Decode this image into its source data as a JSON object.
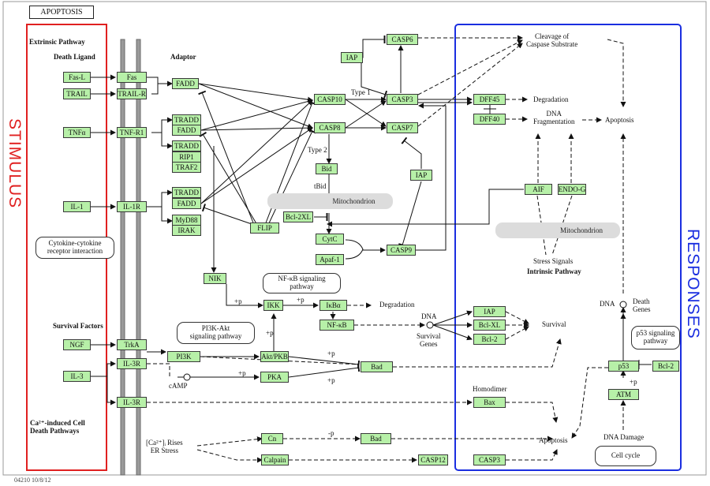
{
  "title": "APOPTOSIS",
  "stimulus_label": "STIMULUS",
  "responses_label": "RESPONSES",
  "colors": {
    "node_fill": "#b7f0a8",
    "stimulus_box": "#e02020",
    "responses_box": "#1a2ee0",
    "membrane": "#8a8a8a",
    "compartment": "#dcdcdc"
  },
  "headers": {
    "extrinsic": "Extrinsic Pathway",
    "death_ligand": "Death Ligand",
    "adaptor": "Adaptor",
    "survival_factors": "Survival Factors",
    "ca_pathways": "Ca²⁺-induced Cell\nDeath Pathways",
    "intrinsic": "Intrinsic Pathway"
  },
  "nodes": {
    "fasl": "Fas-L",
    "trail": "TRAIL",
    "tnfa": "TNFα",
    "il1": "IL-1",
    "ngf": "NGF",
    "il3": "IL-3",
    "fas": "Fas",
    "trailr": "TRAIL-R",
    "tnfr1": "TNF-R1",
    "il1r": "IL-1R",
    "trka": "TrkA",
    "il3r": "IL-3R",
    "il3r2": "IL-3R",
    "fadd1": "FADD",
    "tradd1": "TRADD",
    "fadd2": "FADD",
    "tradd2": "TRADD",
    "rip1": "RIP1",
    "traf2": "TRAF2",
    "tradd3": "TRADD",
    "fadd3": "FADD",
    "myd88": "MyD88",
    "irak": "IRAK",
    "flip": "FLIP",
    "casp10": "CASP10",
    "casp8": "CASP8",
    "casp3": "CASP3",
    "casp7": "CASP7",
    "casp6": "CASP6",
    "iap_top": "IAP",
    "iap_mid": "IAP",
    "bid": "Bid",
    "bcl2xl_mito": "Bcl-2XL",
    "cytc": "CytC",
    "apaf1": "Apaf-1",
    "casp9": "CASP9",
    "nik": "NIK",
    "ikk": "IKK",
    "ikba": "IκBα",
    "nfkb": "NF-κB",
    "pi3k": "PI3K",
    "aktpkb": "Akt/PKB",
    "pka": "PKA",
    "bad1": "Bad",
    "cn": "Cn",
    "bad2": "Bad",
    "calpain": "Calpain",
    "casp12": "CASP12",
    "casp3b": "CASP3",
    "dff45": "DFF45",
    "dff40": "DFF40",
    "aif": "AIF",
    "endog": "ENDO-G",
    "iap_r": "IAP",
    "bclxl_r": "Bcl-XL",
    "bcl2_r": "Bcl-2",
    "bax": "Bax",
    "p53": "p53",
    "bcl2_p53": "Bcl-2",
    "atm": "ATM"
  },
  "bubbles": {
    "cytokine": "Cytokine-cytokine\nreceptor interaction",
    "nfkb_path": "NF-κB signaling\npathway",
    "pi3k_path": "PI3K-Akt\nsignaling pathway",
    "p53_path": "p53 signaling\npathway",
    "cell_cycle": "Cell cycle"
  },
  "compartments": {
    "mito_left": "Mitochondrion",
    "mito_right": "Mitochondrion"
  },
  "labels": {
    "type1": "Type 1",
    "type2": "Type 2",
    "tbid": "tBid",
    "cleavage": "Cleavage of\nCaspase Substrate",
    "degradation1": "Degradation",
    "dna_frag": "DNA\nFragmentation",
    "apoptosis1": "Apoptosis",
    "stress": "Stress Signals",
    "degradation2": "Degradation",
    "dna1": "DNA",
    "survival_genes": "Survival\nGenes",
    "survival": "Survival",
    "dna2": "DNA",
    "death_genes": "Death\nGenes",
    "camp": "cAMP",
    "homodimer": "Homodimer",
    "apoptosis2": "Apoptosis",
    "dna_damage": "DNA Damage",
    "ca_rises": "[Ca²⁺]ᵢ Rises\nER Stress",
    "p_pka": "+p",
    "p_pka2": "+p",
    "p_ikk1": "+p",
    "p_ikk2": "+p",
    "p_akt": "+p",
    "p_bad": "+p",
    "p_cn": "-p",
    "p_atm": "+p",
    "footer": "04210 10/8/12"
  }
}
